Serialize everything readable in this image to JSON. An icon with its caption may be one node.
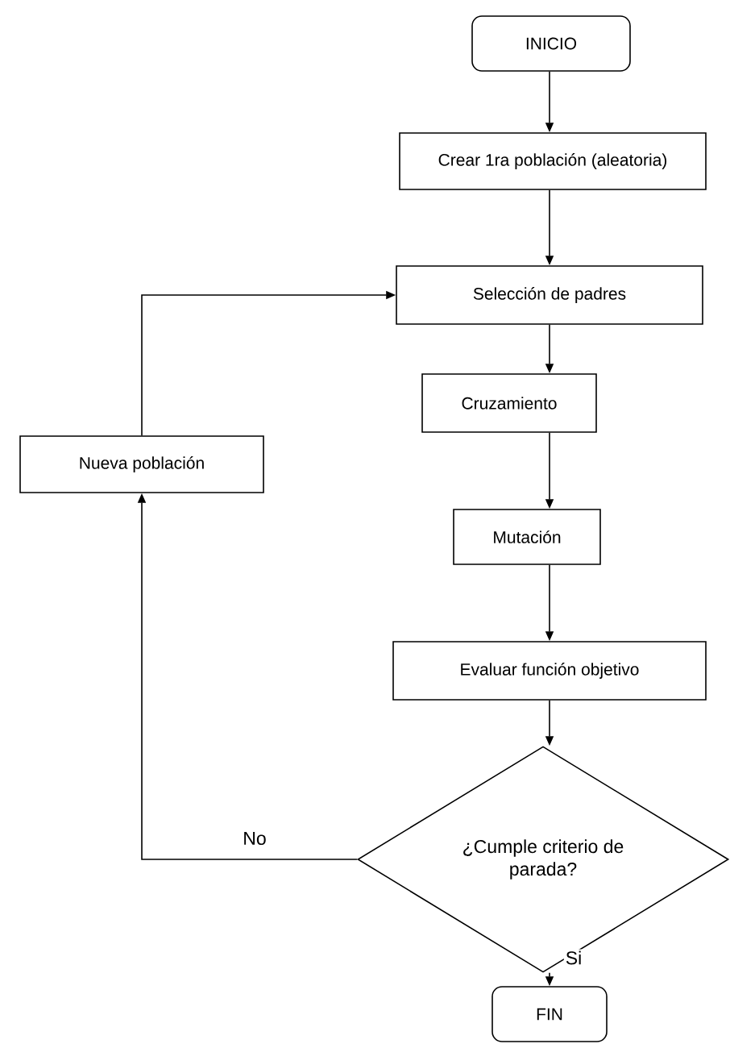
{
  "diagram": {
    "nodes": [
      {
        "text": [
          "INICIO"
        ]
      },
      {
        "text": [
          "Crear 1ra población (aleatoria)"
        ]
      },
      {
        "text": [
          "Selección de padres"
        ]
      },
      {
        "text": [
          "Cruzamiento"
        ]
      },
      {
        "text": [
          "Mutación"
        ]
      },
      {
        "text": [
          "Evaluar función objetivo"
        ]
      },
      {
        "text": [
          "¿Cumple criterio de parada?"
        ]
      },
      {
        "text": [
          "FIN"
        ]
      },
      {
        "text": [
          "Nueva población"
        ]
      }
    ],
    "edges": [
      {
        "from": 0,
        "to": 1,
        "arrow": "to"
      },
      {
        "from": 1,
        "to": 2,
        "arrow": "to"
      },
      {
        "from": 2,
        "to": 3,
        "arrow": "to"
      },
      {
        "from": 3,
        "to": 4,
        "arrow": "to"
      },
      {
        "from": 4,
        "to": 5,
        "arrow": "to"
      },
      {
        "from": 5,
        "to": 6,
        "arrow": "to"
      },
      {
        "from": 6,
        "to": 7,
        "label": "Si",
        "arrow": "to"
      },
      {
        "from": 6,
        "to": 8,
        "label": "No",
        "arrow": "to"
      },
      {
        "from": 8,
        "to": 2,
        "arrow": "to"
      }
    ]
  }
}
